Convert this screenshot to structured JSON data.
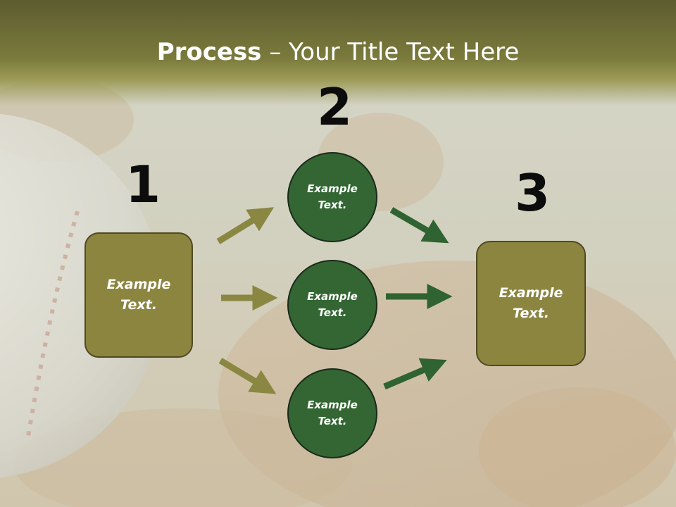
{
  "title": {
    "bold": "Process",
    "rest": " – Your Title Text Here"
  },
  "steps": {
    "one": {
      "number": "1",
      "box_text": "Example Text."
    },
    "two": {
      "number": "2",
      "circles": [
        "Example Text.",
        "Example Text.",
        "Example Text."
      ]
    },
    "three": {
      "number": "3",
      "box_text": "Example Text."
    }
  },
  "colors": {
    "olive_box": "#8b8540",
    "green_circle": "#336633",
    "olive_arrow": "#8a8742",
    "green_arrow": "#2f6331"
  }
}
